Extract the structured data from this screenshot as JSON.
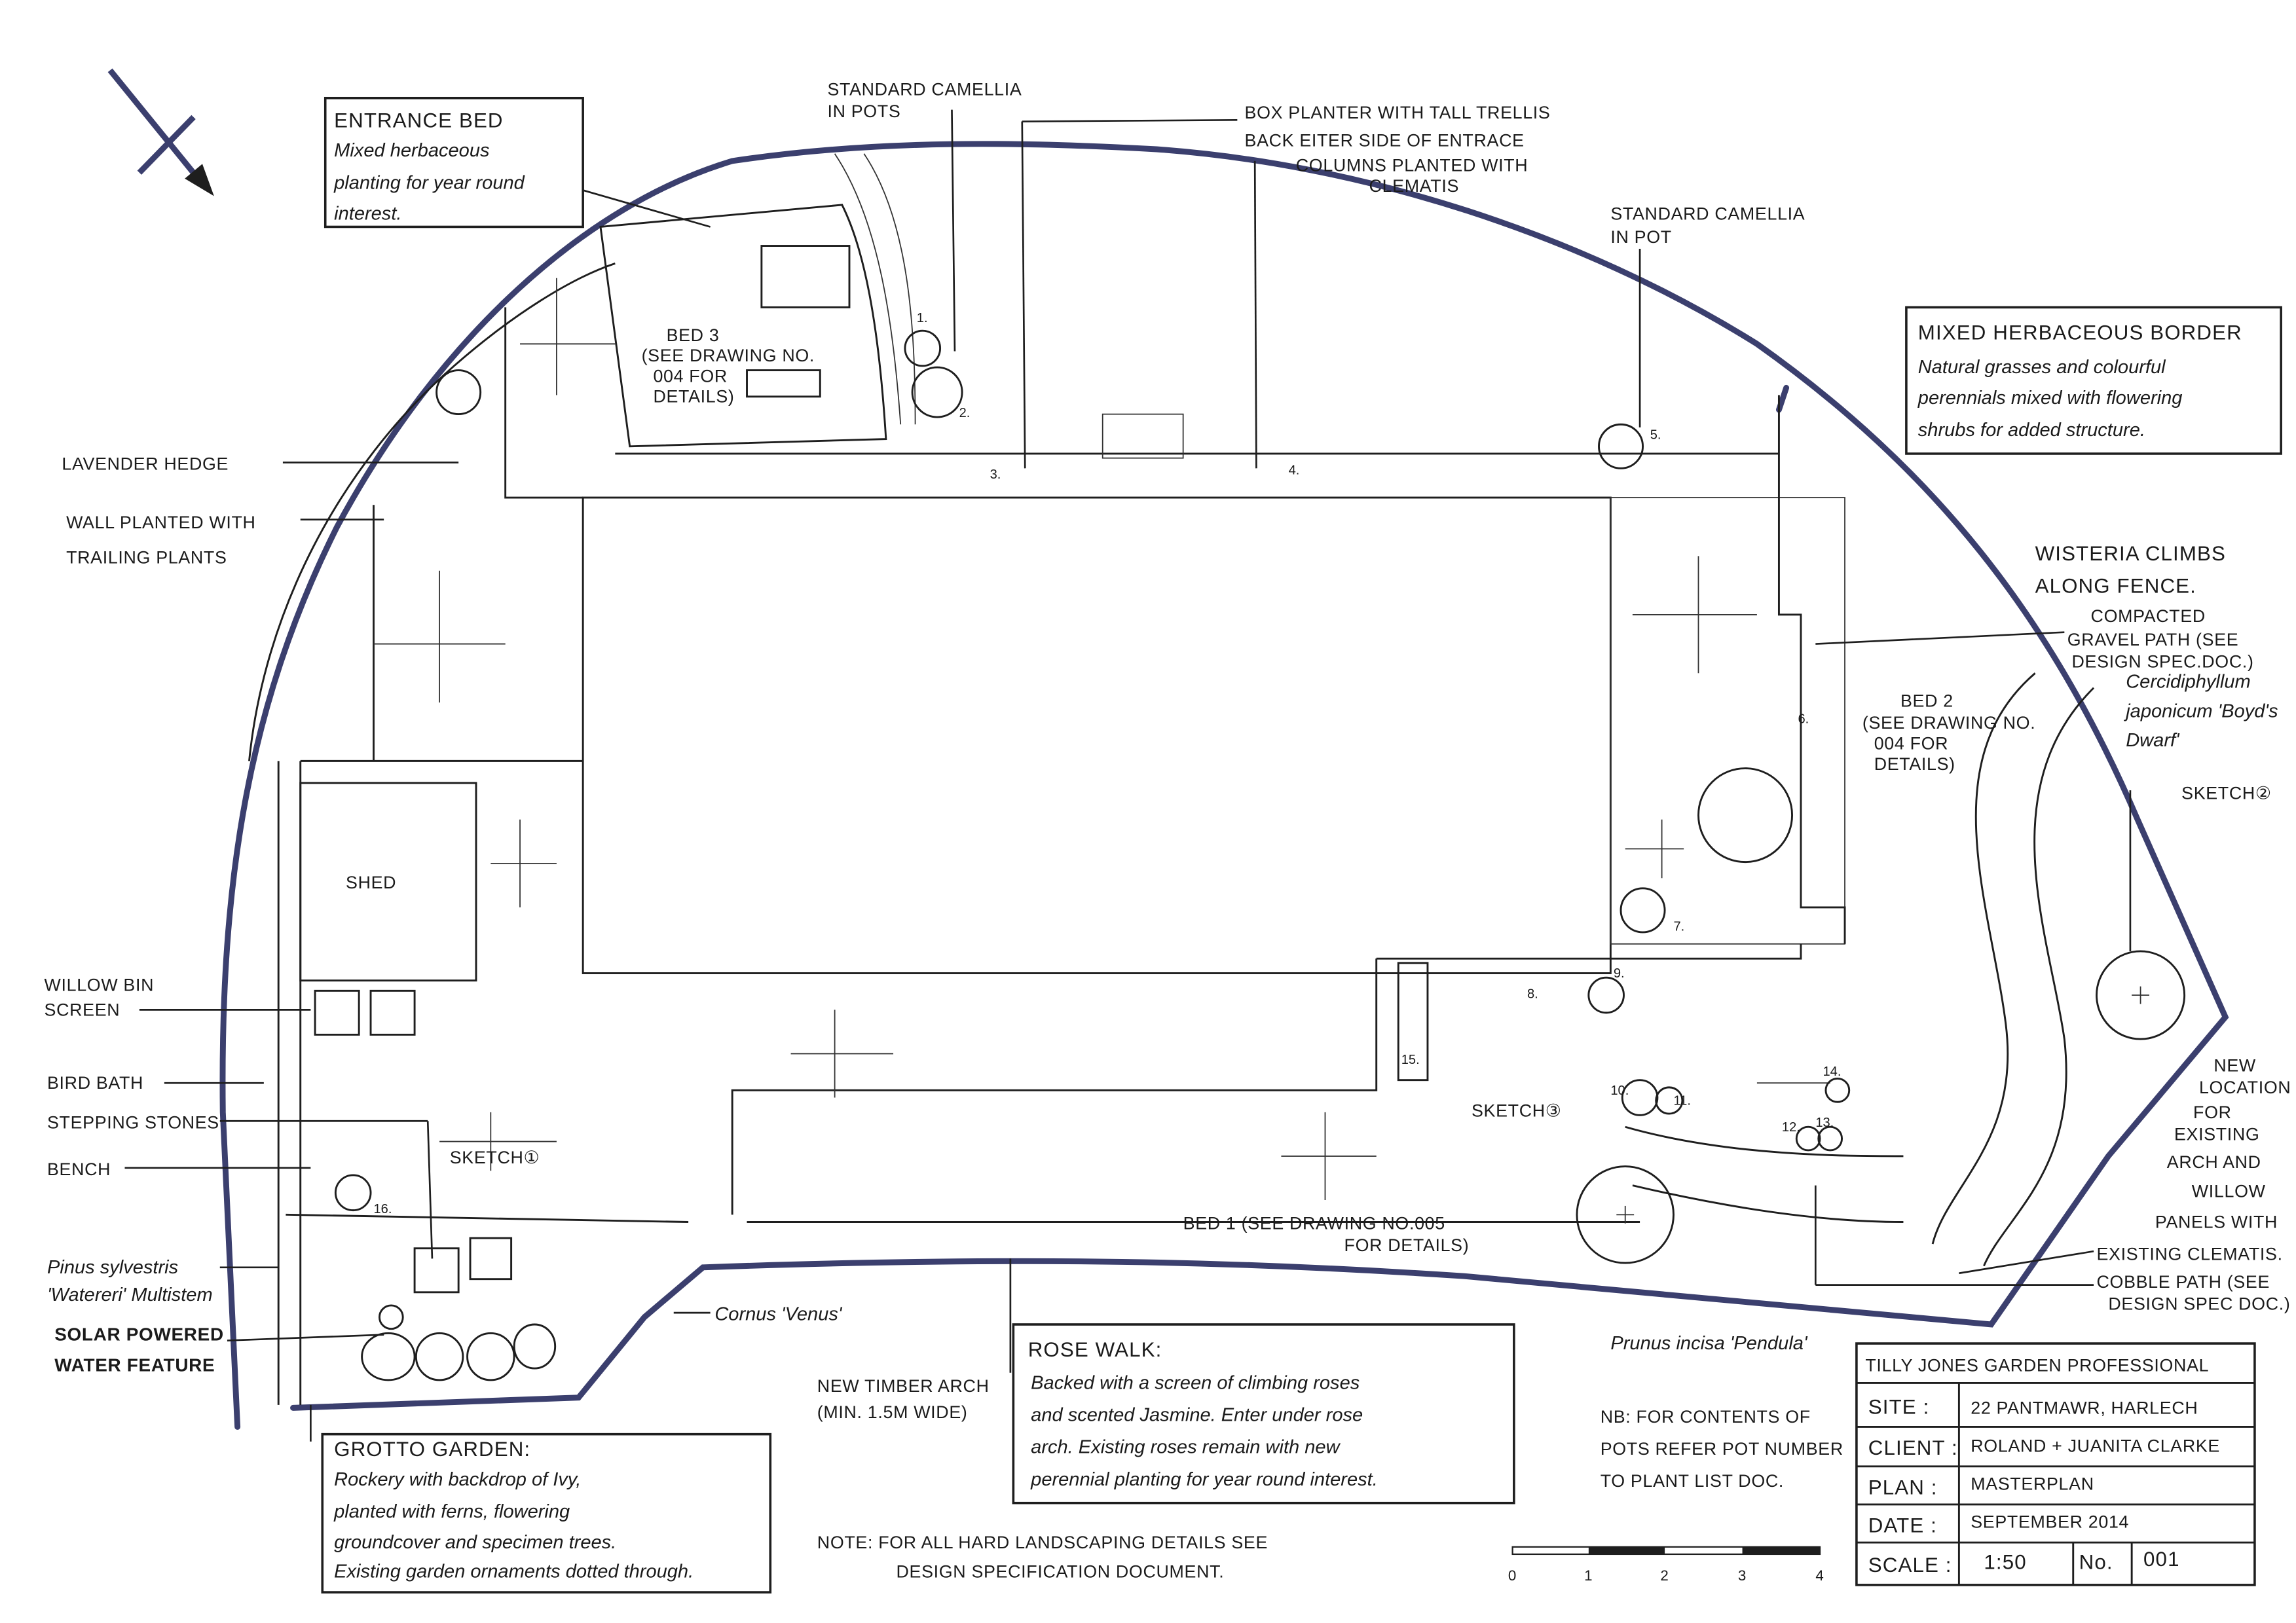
{
  "labels": {
    "entrance_bed_title": "ENTRANCE BED",
    "entrance_bed_text": [
      "Mixed herbaceous",
      "planting for year round",
      "interest."
    ],
    "standard_camellia_pots": [
      "STANDARD CAMELLIA",
      "IN POTS"
    ],
    "box_planter": [
      "BOX PLANTER WITH TALL TRELLIS",
      "BACK EITER SIDE OF ENTRACE",
      "COLUMNS PLANTED WITH",
      "CLEMATIS"
    ],
    "standard_camellia_pot": [
      "STANDARD CAMELLIA",
      "IN POT"
    ],
    "mixed_border_title": "MIXED HERBACEOUS BORDER",
    "mixed_border_text": [
      "Natural grasses and colourful",
      "perennials mixed with flowering",
      "shrubs for added structure."
    ],
    "wisteria": [
      "WISTERIA CLIMBS",
      "ALONG FENCE."
    ],
    "gravel_path": [
      "COMPACTED",
      "GRAVEL PATH (SEE",
      "DESIGN SPEC.DOC.)"
    ],
    "cercidiphyllum": [
      "Cercidiphyllum",
      "japonicum 'Boyd's",
      "Dwarf'"
    ],
    "sketch2": "SKETCH②",
    "bed2": [
      "BED 2",
      "(SEE DRAWING NO.",
      "004 FOR",
      "DETAILS)"
    ],
    "bed3": [
      "BED 3",
      "(SEE DRAWING NO.",
      "004 FOR",
      "DETAILS)"
    ],
    "lavender": "LAVENDER HEDGE",
    "wall_planted": [
      "WALL PLANTED WITH",
      "TRAILING PLANTS"
    ],
    "shed": "SHED",
    "willow_bin": [
      "WILLOW BIN",
      "SCREEN"
    ],
    "bird_bath": "BIRD BATH",
    "stepping_stones": "STEPPING STONES",
    "bench": "BENCH",
    "sketch1": "SKETCH①",
    "sketch3": "SKETCH③",
    "pinus": [
      "Pinus sylvestris",
      "'Watereri' Multistem"
    ],
    "solar": [
      "SOLAR POWERED",
      "WATER FEATURE"
    ],
    "cornus": "Cornus 'Venus'",
    "grotto_title": "GROTTO GARDEN:",
    "grotto_text": [
      "Rockery with backdrop of Ivy,",
      "planted with ferns, flowering",
      "groundcover and specimen trees.",
      "Existing garden ornaments dotted through."
    ],
    "timber_arch": [
      "NEW TIMBER ARCH",
      "(MIN. 1.5M WIDE)"
    ],
    "rose_title": "ROSE WALK:",
    "rose_text": [
      "Backed with a screen of climbing roses",
      "and scented Jasmine. Enter under rose",
      "arch. Existing roses remain with new",
      "perennial planting for year round interest."
    ],
    "bed1": [
      "BED 1 (SEE DRAWING NO.005",
      "FOR DETAILS)"
    ],
    "prunus": "Prunus incisa 'Pendula'",
    "nb": [
      "NB: FOR CONTENTS OF",
      "POTS REFER POT NUMBER",
      "TO PLANT LIST DOC."
    ],
    "new_location": [
      "NEW",
      "LOCATION",
      "FOR",
      "EXISTING",
      "ARCH AND",
      "WILLOW",
      "PANELS WITH"
    ],
    "existing_clematis": "EXISTING CLEMATIS.",
    "cobble_path": [
      "COBBLE PATH (SEE",
      "DESIGN SPEC DOC.)"
    ],
    "note": [
      "NOTE: FOR ALL HARD LANDSCAPING DETAILS SEE",
      "DESIGN SPECIFICATION DOCUMENT."
    ]
  },
  "pot_numbers": [
    "1.",
    "2.",
    "3.",
    "4.",
    "5.",
    "6.",
    "7.",
    "8.",
    "9.",
    "10.",
    "11.",
    "12.",
    "13.",
    "14.",
    "15.",
    "16."
  ],
  "scale_bar": {
    "ticks": [
      "0",
      "1",
      "2",
      "3",
      "4"
    ]
  },
  "title_block": {
    "company": "TILLY JONES GARDEN PROFESSIONAL",
    "site_label": "SITE :",
    "site": "22 PANTMAWR, HARLECH",
    "client_label": "CLIENT :",
    "client": "ROLAND + JUANITA CLARKE",
    "plan_label": "PLAN :",
    "plan": "MASTERPLAN",
    "date_label": "DATE :",
    "date": "SEPTEMBER 2014",
    "scale_label": "SCALE :",
    "scale": "1:50",
    "no_label": "No.",
    "no": "001"
  },
  "colors": {
    "boundary": "#3b3f6e",
    "ink": "#1e1e1e"
  }
}
